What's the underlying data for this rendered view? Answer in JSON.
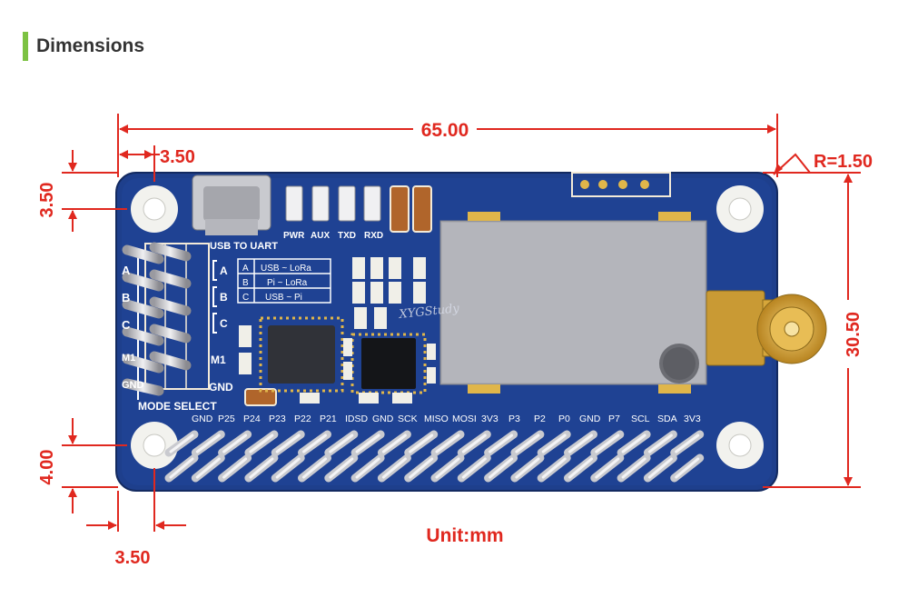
{
  "header": {
    "title": "Dimensions"
  },
  "dimensions": {
    "width": "65.00",
    "height": "30.50",
    "corner_radius": "R=1.50",
    "hole_offset_top": "3.50",
    "hole_offset_left": "3.50",
    "bottom_offset_x": "3.50",
    "bottom_offset_y": "4.00",
    "unit": "Unit:mm"
  },
  "board": {
    "usb_label": "USB TO UART",
    "leds": [
      "PWR",
      "AUX",
      "TXD",
      "RXD"
    ],
    "mode_rows": [
      {
        "letter": "A",
        "desc": "USB ~ LoRa"
      },
      {
        "letter": "B",
        "desc": "Pi ~ LoRa"
      },
      {
        "letter": "C",
        "desc": "USB ~ Pi"
      }
    ],
    "jumper_labels": [
      "A",
      "B",
      "C"
    ],
    "bracket_labels": [
      "A",
      "B",
      "C",
      "M1",
      "GND"
    ],
    "jumper_side_labels": [
      "M1",
      "GND"
    ],
    "mode_select": "MODE SELECT",
    "watermark": "XYGStudy",
    "top_pin_labels": [
      "GND",
      "P25",
      "P24",
      "P23",
      "P22",
      "P21",
      "IDSD",
      "GND",
      "SCK",
      "MISO",
      "MOSI",
      "3V3",
      "P3",
      "P2",
      "P0",
      "GND",
      "P7",
      "SCL",
      "SDA",
      "3V3"
    ]
  },
  "colors": {
    "dimension": "#e0281f",
    "pcb": "#1e3f8c",
    "accent_bar": "#7cc242",
    "module": "#a9aab0",
    "antenna": "#d6a63a"
  }
}
